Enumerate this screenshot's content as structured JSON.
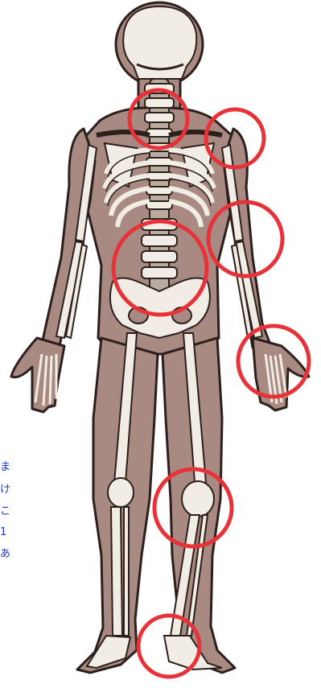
{
  "side_text": [
    "ま",
    "け",
    "こ",
    "1",
    "あ"
  ],
  "colors": {
    "skin": "#a88a82",
    "skin_outline": "#2c1f1c",
    "bone": "#f1ece4",
    "bone_shadow": "#b9aca0",
    "marker": "#e8323a",
    "link_text": "#1a35c8"
  },
  "markers": [
    {
      "label": "neck",
      "icon": "circle"
    },
    {
      "label": "shoulder",
      "icon": "circle"
    },
    {
      "label": "elbow",
      "icon": "circle"
    },
    {
      "label": "lower-back",
      "icon": "circle"
    },
    {
      "label": "wrist",
      "icon": "circle"
    },
    {
      "label": "knee",
      "icon": "circle"
    },
    {
      "label": "ankle",
      "icon": "circle"
    }
  ]
}
